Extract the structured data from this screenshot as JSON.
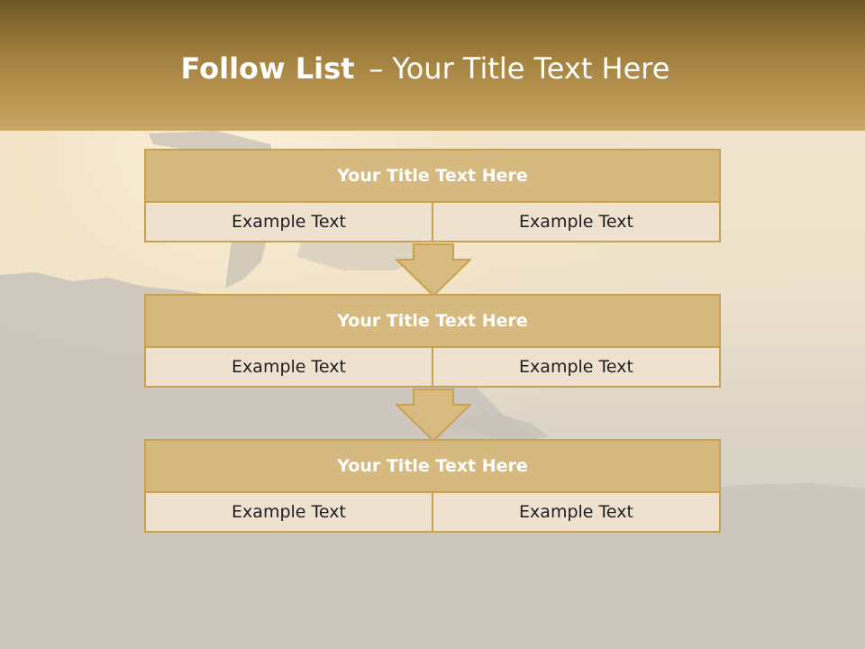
{
  "slide": {
    "title_bold": "Follow List",
    "title_sep": "–",
    "title_rest": "Your Title Text Here"
  },
  "rows": [
    {
      "title": "Your Title Text Here",
      "left": "Example Text",
      "right": "Example Text"
    },
    {
      "title": "Your Title Text Here",
      "left": "Example Text",
      "right": "Example Text"
    },
    {
      "title": "Your Title Text Here",
      "left": "Example Text",
      "right": "Example Text"
    }
  ],
  "colors": {
    "header": "#9a7a3a",
    "box_title": "#d5b97f",
    "box_cell": "#efe1cf",
    "border": "#c9a152"
  }
}
